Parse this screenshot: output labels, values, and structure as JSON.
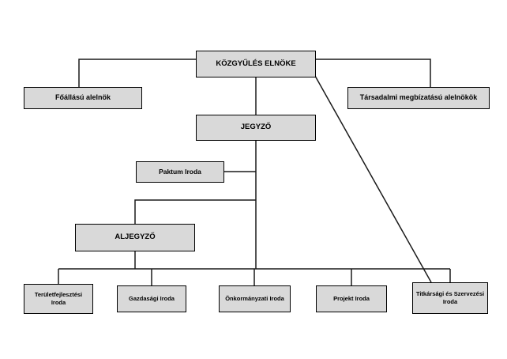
{
  "diagram": {
    "title": "Organizational chart",
    "style": {
      "node_fill": "#d9d9d9",
      "node_border": "#000000",
      "line_color": "#1a1a1a",
      "background": "#ffffff"
    },
    "nodes": {
      "president": "KÖZGYŰLÉS ELNÖKE",
      "fulltime_vp": "Főállású alelnök",
      "social_vp": "Társadalmi megbízatású alelnökök",
      "notary": "JEGYZŐ",
      "paktum_office": "Paktum Iroda",
      "deputy_notary": "ALJEGYZŐ",
      "regional_dev_office": "Területfejlesztési Iroda",
      "economic_office": "Gazdasági Iroda",
      "municipal_office": "Önkormányzati Iroda",
      "project_office": "Projekt Iroda",
      "secretariat_office": "Titkársági és Szervezési Iroda"
    }
  }
}
